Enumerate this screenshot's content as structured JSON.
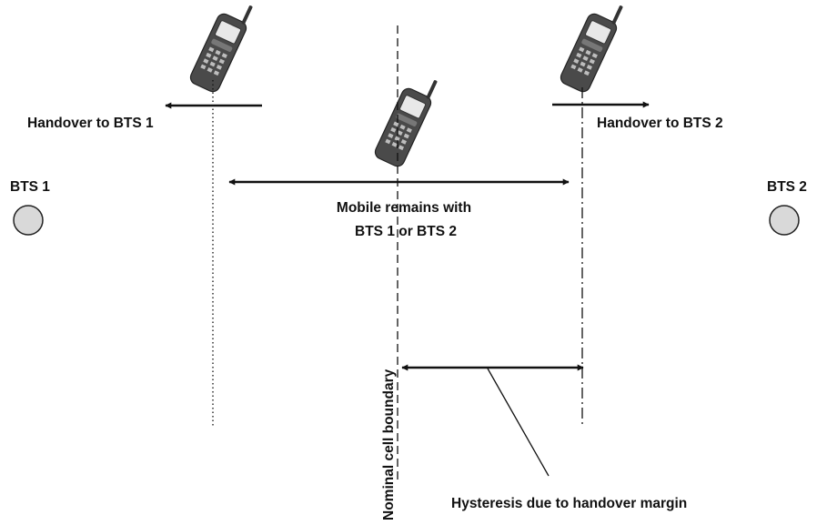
{
  "labels": {
    "handover_bts1": "Handover to BTS 1",
    "handover_bts2": "Handover to BTS 2",
    "bts1": "BTS 1",
    "bts2": "BTS 2",
    "remains_line1": "Mobile remains with",
    "remains_line2": "BTS 1 or BTS 2",
    "boundary": "Nominal cell boundary",
    "hysteresis": "Hysteresis due to handover margin"
  },
  "icons": {
    "phone": "mobile-phone-icon",
    "bts": "bts-circle-icon"
  },
  "colors": {
    "line": "#111111",
    "bts_fill": "#d9d9d9",
    "phone_body": "#4a4a4a",
    "phone_screen": "#e8e8e8"
  }
}
